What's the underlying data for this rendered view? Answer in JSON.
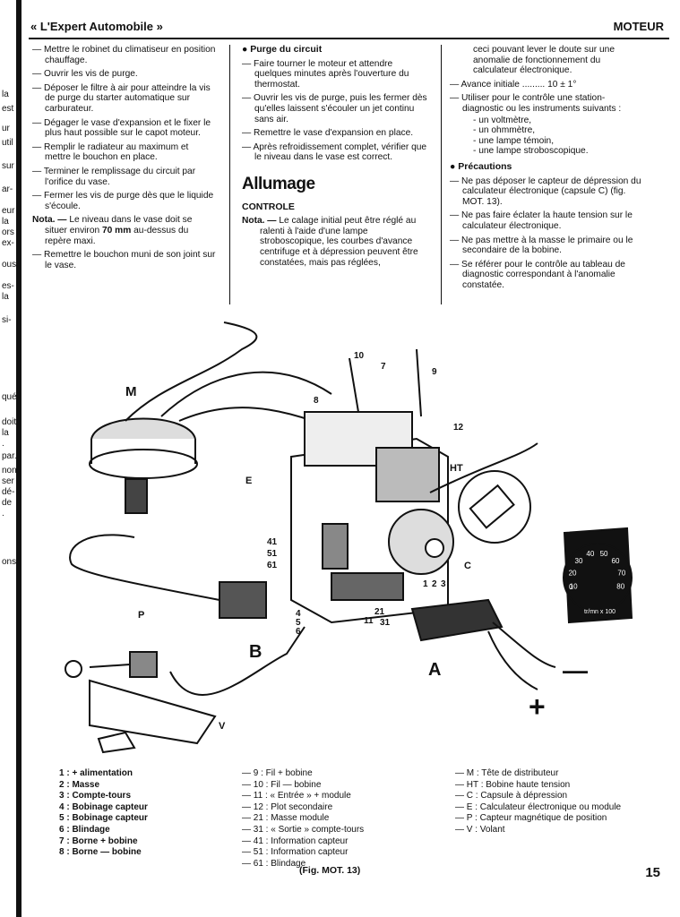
{
  "header": {
    "left": "« L'Expert Automobile »",
    "right": "MOTEUR"
  },
  "left_margin_fragments": [
    "la",
    "est",
    "ur",
    "util",
    "sur",
    "ar-",
    "eur",
    "la",
    "ors",
    "ex-",
    "ous",
    "es-",
    "la",
    "si-",
    "qué",
    "doit",
    "la",
    ".",
    "par.",
    "non",
    "ser",
    "dé-",
    "de",
    ".",
    "ons"
  ],
  "col1": {
    "items": [
      "— Mettre le robinet du climatiseur en position chauffage.",
      "— Ouvrir les vis de purge.",
      "— Déposer le filtre à air pour atteindre la vis de purge du starter automatique sur carburateur.",
      "— Dégager le vase d'expansion et le fixer le plus haut possible sur le capot moteur.",
      "— Remplir le radiateur au maximum et mettre le bouchon en place.",
      "— Terminer le remplissage du circuit par l'orifice du vase.",
      "— Fermer les vis de purge dès que le liquide s'écoule."
    ],
    "note_label": "Nota. —",
    "note_text_a": " Le niveau dans le vase doit se situer environ ",
    "note_bold": "70 mm",
    "note_text_b": " au-dessus du repère maxi.",
    "last_item": "— Remettre le bouchon muni de son joint sur le vase."
  },
  "col2": {
    "heading": "● Purge du circuit",
    "items": [
      "— Faire tourner le moteur et attendre quelques minutes après l'ouverture du thermostat.",
      "— Ouvrir les vis de purge, puis les fermer dès qu'elles laissent s'écouler un jet continu sans air.",
      "— Remettre le vase d'expansion en place.",
      "— Après refroidissement complet, vérifier que le niveau dans le vase est correct."
    ],
    "title": "Allumage",
    "subtitle": "CONTROLE",
    "nota_label": "Nota. —",
    "nota_text": " Le calage initial peut être réglé au ralenti à l'aide d'une lampe stroboscopique, les courbes d'avance centrifuge et à dépression peuvent être constatées, mais pas réglées,"
  },
  "col3": {
    "intro": "ceci pouvant lever le doute sur une anomalie de fonctionnement du calculateur électronique.",
    "avance": "— Avance initiale ......... 10 ± 1°",
    "utiliser": "— Utiliser pour le contrôle une station-diagnostic ou les instruments suivants :",
    "instruments": [
      "- un voltmètre,",
      "- un ohmmètre,",
      "- une lampe témoin,",
      "- une lampe stroboscopique."
    ],
    "precautions": "● Précautions",
    "items": [
      "— Ne pas déposer le capteur de dépression du calculateur électronique (capsule C) (fig. MOT. 13).",
      "— Ne pas faire éclater la haute tension sur le calculateur électronique.",
      "— Ne pas mettre à la masse le primaire ou le secondaire de la bobine.",
      "— Se référer pour le contrôle au tableau de diagnostic correspondant à l'anomalie constatée."
    ]
  },
  "figure": {
    "labels": {
      "M": "M",
      "E": "E",
      "HT": "HT",
      "C": "C",
      "P": "P",
      "V": "V",
      "A": "A",
      "B": "B",
      "plus": "+",
      "minus": "—",
      "n10": "10",
      "n7": "7",
      "n9": "9",
      "n8": "8",
      "n12": "12",
      "n41": "41",
      "n51": "51",
      "n61": "61",
      "n21": "21",
      "n11": "11",
      "n31": "31",
      "n1": "1",
      "n2": "2",
      "n3": "3",
      "n4": "4",
      "n5": "5",
      "n6": "6"
    },
    "gauge_ticks": [
      "10",
      "20",
      "30",
      "40",
      "50",
      "60",
      "70",
      "80"
    ],
    "gauge_zero": "0",
    "gauge_unit": "tr/mn x 100"
  },
  "legend": {
    "left": [
      "1 : + alimentation",
      "2 : Masse",
      "3 : Compte-tours",
      "4 : Bobinage capteur",
      "5 : Bobinage capteur",
      "6 : Blindage",
      "7 : Borne + bobine",
      "8 : Borne — bobine"
    ],
    "mid": [
      "— 9 : Fil + bobine",
      "— 10 : Fil — bobine",
      "— 11 : « Entrée » + module",
      "— 12 : Plot secondaire",
      "— 21 : Masse module",
      "— 31 : « Sortie » compte-tours",
      "— 41 : Information capteur",
      "— 51 : Information capteur",
      "— 61 : Blindage"
    ],
    "right": [
      "— M : Tête de distributeur",
      "— HT : Bobine haute tension",
      "— C : Capsule à dépression",
      "— E : Calculateur électronique ou module",
      "— P : Capteur magnétique de position",
      "— V : Volant"
    ]
  },
  "caption": "(Fig. MOT. 13)",
  "page_number": "15"
}
